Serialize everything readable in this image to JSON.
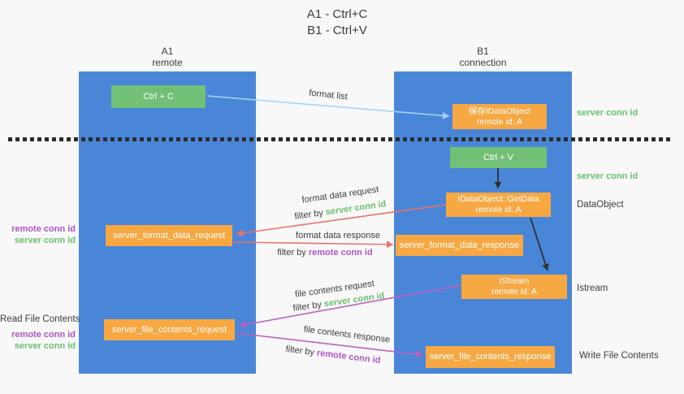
{
  "title": {
    "line1": "A1 - Ctrl+C",
    "line2": "B1 - Ctrl+V"
  },
  "lanes": {
    "left": {
      "name": "A1",
      "role": "remote"
    },
    "right": {
      "name": "B1",
      "role": "connection"
    }
  },
  "nodes": {
    "ctrl_c": {
      "label": "Ctrl + C"
    },
    "ctrl_v": {
      "label": "Ctrl + V"
    },
    "save_dataobject": {
      "line1": "保存IDataObject",
      "line2": "remote id: A"
    },
    "getdata": {
      "line1": "IDataObject::GetData",
      "line2": "remote id: A"
    },
    "istream": {
      "line1": "IStream",
      "line2": "remote id: A"
    },
    "format_request": {
      "label": "server_format_data_request"
    },
    "format_response": {
      "label": "server_format_data_response"
    },
    "file_request": {
      "label": "server_file_contents_request"
    },
    "file_response": {
      "label": "server_file_contents_response"
    }
  },
  "edge_labels": {
    "format_list": "format list",
    "format_data_request": "format data request",
    "format_data_response": "format data response",
    "file_contents_request": "file contents request",
    "file_contents_response": "file contents response",
    "filter_by": "filter by "
  },
  "annotations": {
    "server_conn_id": "server conn id",
    "remote_conn_id": "remote conn id",
    "dataobject": "DataObject",
    "istream": "Istream",
    "read_file_contents": "Read File Contents",
    "write_file_contents": "Write File Contents"
  },
  "colors": {
    "lane_blue": "#4a86d8",
    "box_green": "#72c076",
    "box_orange": "#f7a843",
    "arrow_salmon": "#e8746c",
    "arrow_magenta": "#c05fc0",
    "arrow_lightblue": "#a6d2f2",
    "arrow_black": "#2f2f2f",
    "text_green": "#6abf6e",
    "text_purple": "#ad54c4",
    "text_dark": "#3c3c3c",
    "background": "#f8f8f8"
  }
}
